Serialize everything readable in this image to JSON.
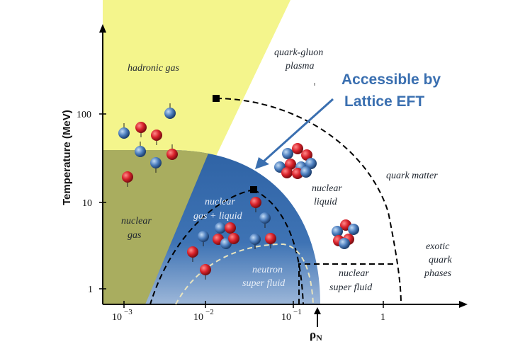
{
  "axes": {
    "y_title": "Temperature  (MeV)",
    "y_ticks": [
      "100",
      "10",
      "1"
    ],
    "x_ticks": [
      "10",
      "−3",
      "10",
      "−2",
      "10",
      "−1",
      "1"
    ],
    "x_marker_label": "ρ",
    "x_marker_subscript": "N"
  },
  "regions": {
    "hadronic_gas": "hadronic gas",
    "qgp_line1": "quark-gluon",
    "qgp_line2": "plasma",
    "nuclear_gas_line1": "nuclear",
    "nuclear_gas_line2": "gas",
    "gas_liquid_line1": "nuclear",
    "gas_liquid_line2": "gas + liquid",
    "nuclear_liquid_line1": "nuclear",
    "nuclear_liquid_line2": "liquid",
    "quark_matter": "quark matter",
    "neutron_sf_line1": "neutron",
    "neutron_sf_line2": "super fluid",
    "nuclear_sf_line1": "nuclear",
    "nuclear_sf_line2": "super fluid",
    "exotic_line1": "exotic",
    "exotic_line2": "quark",
    "exotic_line3": "phases"
  },
  "callout": {
    "line1": "Accessible by",
    "line2": "Lattice EFT"
  },
  "colors": {
    "hadronic_region": "#f4f58c",
    "nuclear_gas_region": "#a9ad5f",
    "lattice_region": "#2f63a5",
    "callout": "#3a6fb0",
    "proton": "#d8212a",
    "neutron": "#4d7fbf"
  }
}
